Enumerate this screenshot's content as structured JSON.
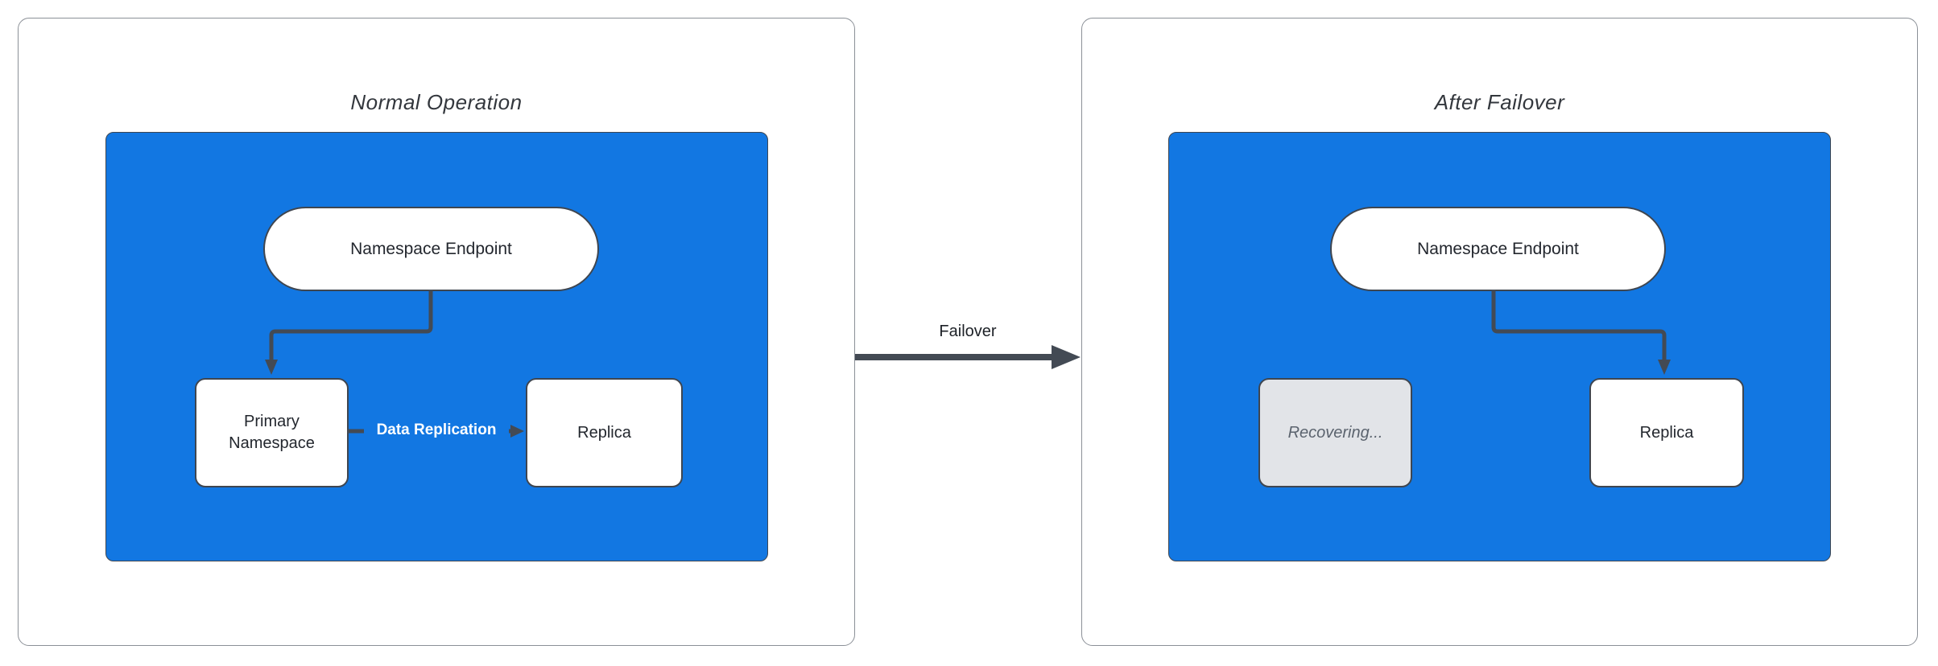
{
  "diagram": {
    "transition_label": "Failover",
    "panels": [
      {
        "title": "Normal Operation",
        "nodes": {
          "endpoint": "Namespace Endpoint",
          "primary": "Primary Namespace",
          "replica": "Replica"
        },
        "edge_label": "Data Replication"
      },
      {
        "title": "After Failover",
        "nodes": {
          "endpoint": "Namespace Endpoint",
          "recovering": "Recovering...",
          "replica": "Replica"
        }
      }
    ],
    "colors": {
      "blue_fill": "#1277e2",
      "edge_stroke": "#434a54",
      "node_border": "#3f4650",
      "node_fill": "#ffffff",
      "node_text": "#23272e",
      "recovering_fill": "#e2e4e8",
      "recovering_text": "#5b636e",
      "panel_border": "#8b9097",
      "title_text": "#33373d",
      "edge_label_text": "#ffffff"
    }
  }
}
